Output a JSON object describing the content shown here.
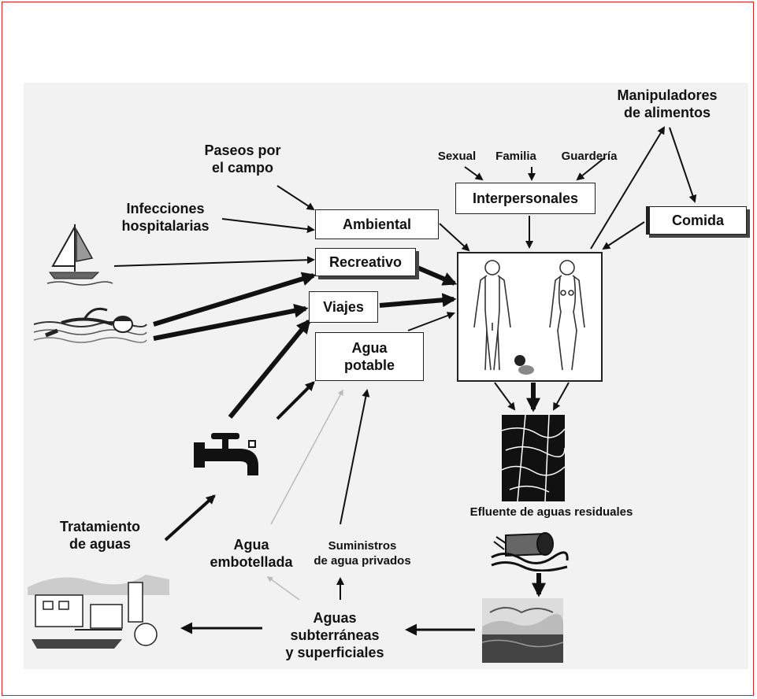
{
  "nodes": {
    "paseos": "Paseos por\nel campo",
    "infecciones": "Infecciones\nhospitalarias",
    "ambiental": "Ambiental",
    "recreativo": "Recreativo",
    "viajes": "Viajes",
    "agua_potable": "Agua\npotable",
    "sexual": "Sexual",
    "familia": "Familia",
    "guarderia": "Guardería",
    "interpersonales": "Interpersonales",
    "manipuladores": "Manipuladores\nde alimentos",
    "comida": "Comida",
    "efluente": "Efluente de aguas residuales",
    "tratamiento": "Tratamiento\nde aguas",
    "agua_embotellada": "Agua\nembotellada",
    "suministros": "Suministros\nde agua privados",
    "aguas_sub": "Aguas\nsubterráneas\ny superficiales"
  },
  "colors": {
    "frame": "#e02020",
    "ink": "#111111"
  }
}
